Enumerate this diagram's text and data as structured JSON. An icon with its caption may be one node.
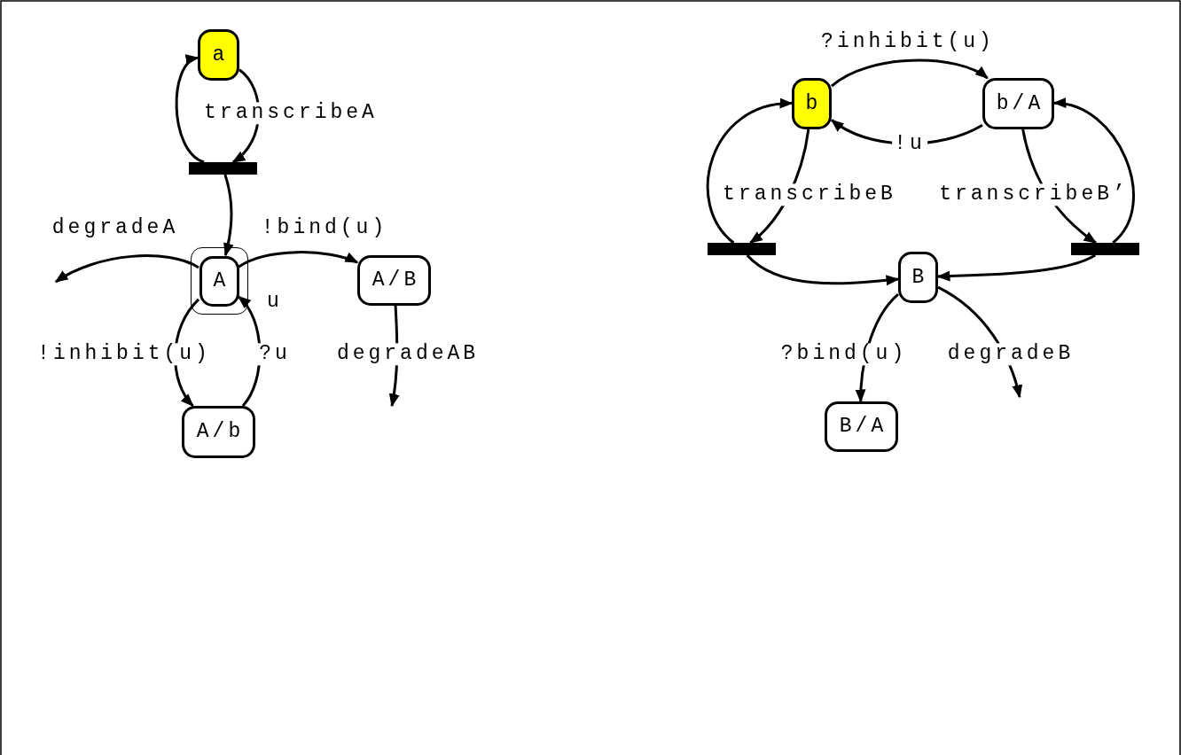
{
  "diagram": {
    "nodes": [
      {
        "text": [
          "a"
        ]
      },
      {
        "text": [],
        "shape": "bar"
      },
      {
        "text": [],
        "shape": "box"
      },
      {
        "text": [
          "A"
        ],
        "in": 2
      },
      {
        "text": [
          "A/B"
        ]
      },
      {
        "text": [
          "A/b"
        ]
      },
      {
        "text": [
          "b"
        ]
      },
      {
        "text": [
          "b/A"
        ]
      },
      {
        "text": [],
        "shape": "bar"
      },
      {
        "text": [],
        "shape": "bar"
      },
      {
        "text": [
          "B"
        ]
      },
      {
        "text": [
          "B/A"
        ]
      }
    ],
    "edges": [
      {
        "from": 1,
        "to": 0,
        "arrow": "to"
      },
      {
        "from": 0,
        "to": 1,
        "arrow": "to",
        "label": "transcribeA"
      },
      {
        "from": 1,
        "to": 3,
        "arrow": "to"
      },
      {
        "from": 3,
        "to": null,
        "arrow": "to",
        "label": "degradeA"
      },
      {
        "from": 3,
        "to": 4,
        "arrow": "to",
        "label": "!bind(u)"
      },
      {
        "from": 3,
        "to": 5,
        "arrow": "to",
        "label": "!inhibit(u)"
      },
      {
        "from": 5,
        "to": 3,
        "arrow": "to",
        "label": "?u"
      },
      {
        "from": 4,
        "to": null,
        "arrow": "to",
        "label": "degradeAB"
      },
      {
        "from": 6,
        "to": 7,
        "arrow": "to",
        "label": "?inhibit(u)"
      },
      {
        "from": 7,
        "to": 6,
        "arrow": "to",
        "label": "!u"
      },
      {
        "from": 6,
        "to": 8,
        "arrow": "to",
        "label": "transcribeB"
      },
      {
        "from": 8,
        "to": 6,
        "arrow": "to"
      },
      {
        "from": 8,
        "to": 10,
        "arrow": "to"
      },
      {
        "from": 7,
        "to": 9,
        "arrow": "to",
        "label": "transcribeB’"
      },
      {
        "from": 9,
        "to": 7,
        "arrow": "to"
      },
      {
        "from": 9,
        "to": 10,
        "arrow": "to"
      },
      {
        "from": 10,
        "to": 11,
        "arrow": "to",
        "label": "?bind(u)"
      },
      {
        "from": 10,
        "to": null,
        "arrow": "to",
        "label": "degradeB"
      }
    ],
    "labels": [
      "u"
    ]
  }
}
